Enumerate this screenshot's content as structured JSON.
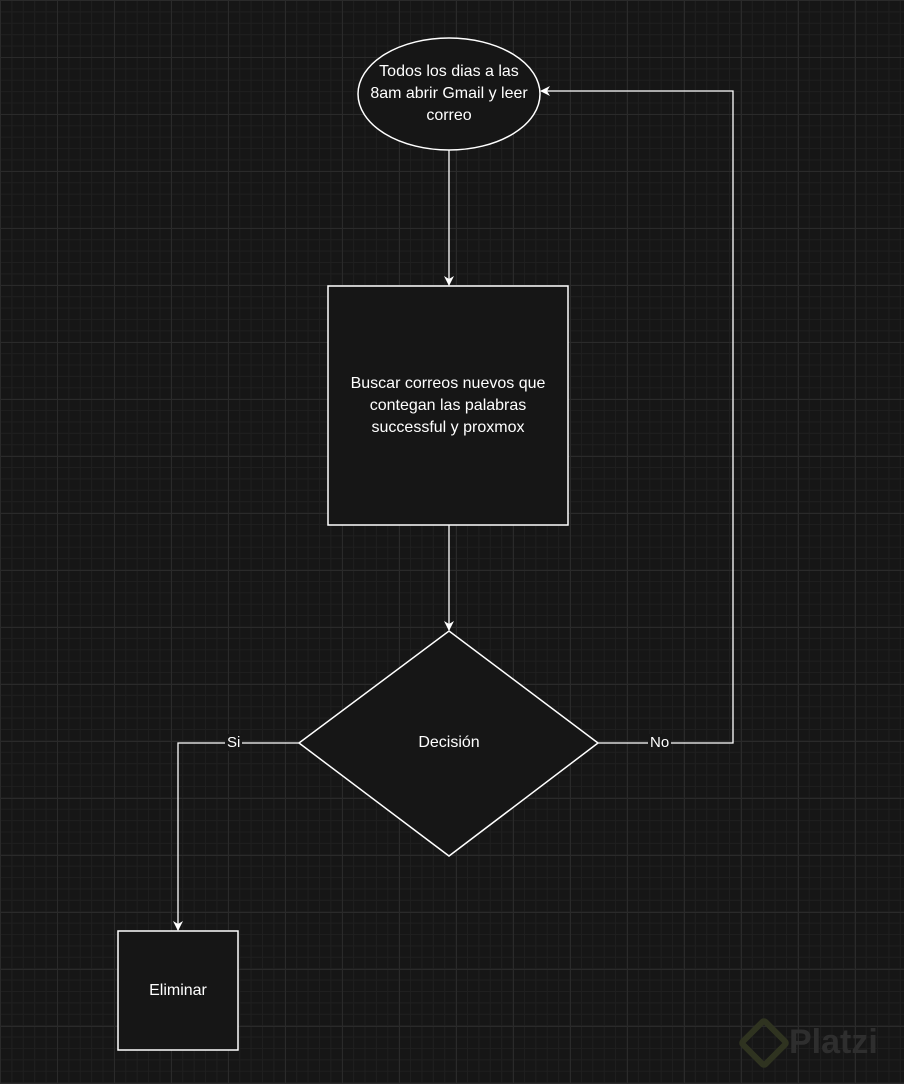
{
  "nodes": {
    "start": "Todos los dias a las 8am abrir Gmail y leer correo",
    "search": "Buscar correos nuevos que contegan las palabras successful y proxmox",
    "decision": "Decisión",
    "delete": "Eliminar"
  },
  "edges": {
    "yes": "Si",
    "no": "No"
  },
  "watermark": "Platzi",
  "colors": {
    "background": "#161616",
    "stroke": "#ffffff"
  }
}
